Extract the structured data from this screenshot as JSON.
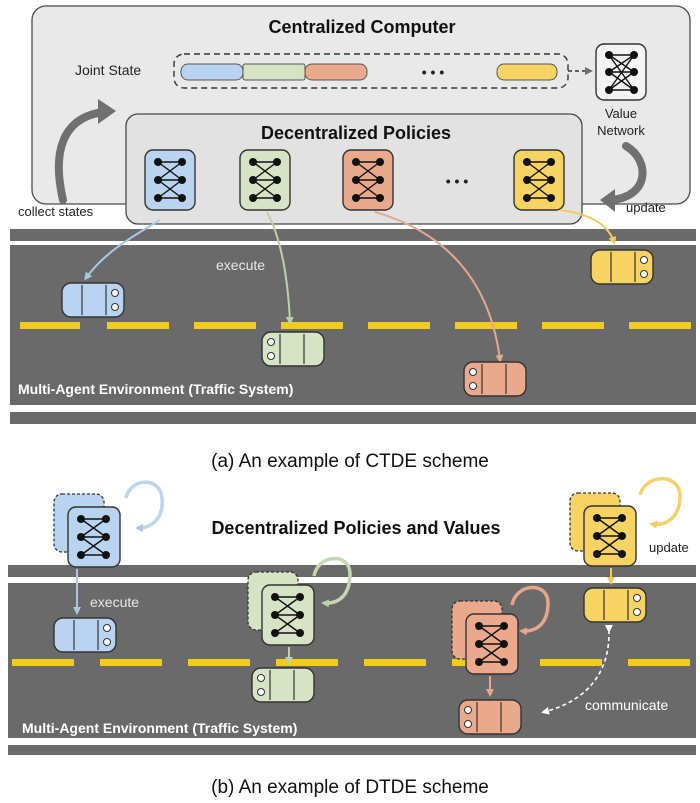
{
  "top": {
    "centralized_title": "Centralized Computer",
    "joint_state_label": "Joint State",
    "value_label_line1": "Value",
    "value_label_line2": "Network",
    "decentralized_title": "Decentralized Policies",
    "collect_label": "collect states",
    "update_label": "update",
    "execute_label": "execute",
    "env_label": "Multi-Agent Environment (Traffic System)",
    "ellipsis": "• • •",
    "caption": "(a) An example of CTDE scheme"
  },
  "bottom": {
    "title": "Decentralized Policies and Values",
    "execute_label": "execute",
    "update_label": "update",
    "communicate_label": "communicate",
    "env_label": "Multi-Agent Environment (Traffic System)",
    "caption": "(b) An example of DTDE scheme"
  },
  "agents": [
    {
      "name": "blue",
      "fill": "#b9d4f1",
      "stroke": "#3f5d80",
      "arrow": "#a7c8ea"
    },
    {
      "name": "green",
      "fill": "#d6e3c5",
      "stroke": "#55684a",
      "arrow": "#bcd2a6"
    },
    {
      "name": "orange",
      "fill": "#eaa98d",
      "stroke": "#7c4a37",
      "arrow": "#e6a88f"
    },
    {
      "name": "yellow",
      "fill": "#f7d364",
      "stroke": "#7f6620",
      "arrow": "#f2cd5e"
    }
  ],
  "colors": {
    "road": "#6a6a6a",
    "lane_marking": "#f2cc1c",
    "panel": "#e9e9e9",
    "panel_border": "#4a4a4a",
    "gray_arrow": "#707070"
  }
}
